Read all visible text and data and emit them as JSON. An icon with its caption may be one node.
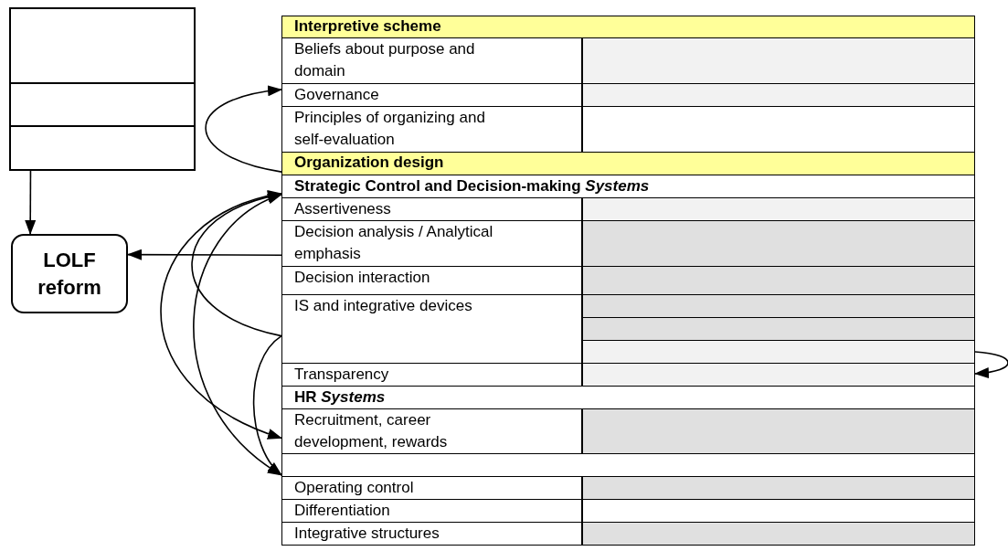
{
  "diagram": {
    "nodes": [
      {
        "text": [],
        "shape": "box"
      },
      {
        "text": [
          "LOLF reform"
        ]
      },
      {
        "text": [
          "Interpretive scheme"
        ]
      },
      {
        "text": [
          "Beliefs about purpose and domain"
        ]
      },
      {
        "text": [],
        "shape": "box"
      },
      {
        "text": [
          "Governance"
        ]
      },
      {
        "text": [],
        "shape": "box"
      },
      {
        "text": [
          "Principles of organizing and self-evaluation"
        ]
      },
      {
        "text": [],
        "shape": "box"
      },
      {
        "text": [
          "Organization design"
        ]
      },
      {
        "text": [
          "Strategic Control and Decision-making *Systems*"
        ]
      },
      {
        "text": [
          "Assertiveness"
        ]
      },
      {
        "text": [],
        "shape": "box"
      },
      {
        "text": [
          "Decision analysis / Analytical emphasis"
        ]
      },
      {
        "text": [],
        "shape": "box"
      },
      {
        "text": [
          "Decision interaction"
        ]
      },
      {
        "text": [],
        "shape": "box"
      },
      {
        "text": [
          "IS and integrative devices"
        ]
      },
      {
        "text": [],
        "shape": "box"
      },
      {
        "text": [],
        "shape": "box"
      },
      {
        "text": [],
        "shape": "box"
      },
      {
        "text": [
          "Transparency"
        ]
      },
      {
        "text": [],
        "shape": "box"
      },
      {
        "text": [
          "HR *Systems*"
        ]
      },
      {
        "text": [
          "Recruitment, career development, rewards"
        ]
      },
      {
        "text": [],
        "shape": "box"
      },
      {
        "text": [],
        "shape": "box"
      },
      {
        "text": [
          "Operating control"
        ]
      },
      {
        "text": [],
        "shape": "box"
      },
      {
        "text": [
          "Differentiation"
        ]
      },
      {
        "text": [],
        "shape": "box"
      },
      {
        "text": [
          "Integrative structures"
        ]
      },
      {
        "text": [],
        "shape": "box"
      }
    ],
    "edges": [
      {
        "from": 0,
        "to": 1,
        "arrow": "to"
      },
      {
        "from": 9,
        "to": 5,
        "arrow": "to"
      },
      {
        "from": 13,
        "to": 1,
        "arrow": "to"
      },
      {
        "from": 10,
        "to": 24,
        "arrow": "both"
      },
      {
        "from": 17,
        "to": 10,
        "arrow": "to"
      },
      {
        "from": 17,
        "to": 26,
        "arrow": "to"
      },
      {
        "from": 10,
        "to": 26,
        "arrow": "both"
      },
      {
        "from": 20,
        "to": 22,
        "arrow": "to"
      }
    ]
  }
}
